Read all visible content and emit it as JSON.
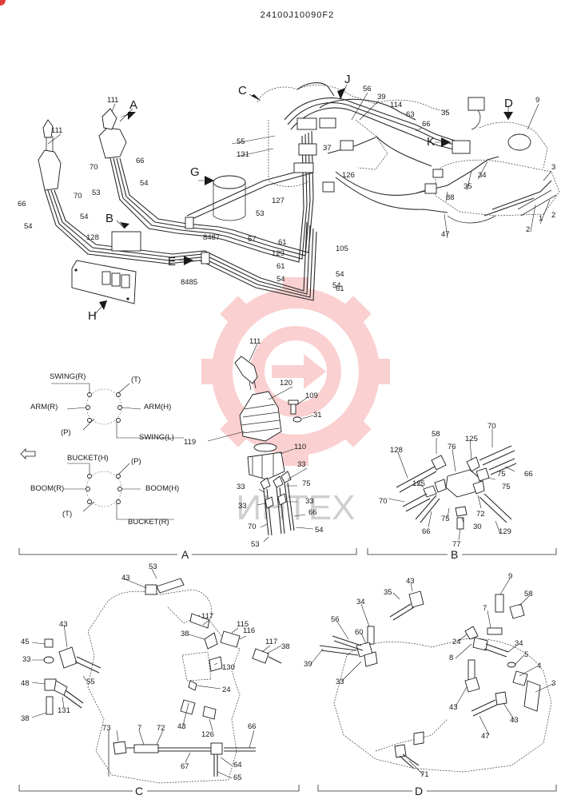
{
  "header": {
    "part_number": "24100J10090F2"
  },
  "watermark": {
    "text": "ИНТЕХ",
    "color": "#f07070"
  },
  "main_view": {
    "arrows": [
      "A",
      "B",
      "C",
      "D",
      "E",
      "G",
      "H",
      "J",
      "K"
    ],
    "labels": [
      "111",
      "111",
      "70",
      "66",
      "53",
      "54",
      "66",
      "70",
      "54",
      "54",
      "128",
      "55",
      "131",
      "56",
      "39",
      "114",
      "63",
      "66",
      "35",
      "9",
      "37",
      "126",
      "127",
      "53",
      "57",
      "8487",
      "8485",
      "61",
      "129",
      "61",
      "54",
      "54",
      "61",
      "105",
      "54",
      "88",
      "35",
      "34",
      "47",
      "1",
      "2",
      "2",
      "3"
    ]
  },
  "pattern_A": {
    "left_lever": [
      "SWING(R)",
      "(T)",
      "ARM(R)",
      "ARM(H)",
      "(P)",
      "SWING(L)"
    ],
    "right_lever": [
      "BUCKET(H)",
      "(P)",
      "BOOM(R)",
      "BOOM(H)",
      "(T)",
      "BUCKET(R)"
    ]
  },
  "view_A": {
    "title": "A",
    "labels": [
      "111",
      "120",
      "109",
      "31",
      "119",
      "110",
      "33",
      "33",
      "75",
      "33",
      "33",
      "70",
      "66",
      "53",
      "54"
    ]
  },
  "view_B": {
    "title": "B",
    "labels": [
      "58",
      "76",
      "125",
      "70",
      "128",
      "75",
      "66",
      "125",
      "70",
      "75",
      "72",
      "66",
      "75",
      "30",
      "129",
      "77"
    ]
  },
  "view_C": {
    "title": "C",
    "labels": [
      "53",
      "43",
      "45",
      "33",
      "43",
      "55",
      "48",
      "131",
      "38",
      "117",
      "115",
      "38",
      "116",
      "117",
      "130",
      "38",
      "24",
      "73",
      "7",
      "72",
      "43",
      "126",
      "66",
      "67",
      "64",
      "65"
    ]
  },
  "view_D": {
    "title": "D",
    "labels": [
      "43",
      "35",
      "34",
      "56",
      "60",
      "39",
      "33",
      "9",
      "58",
      "7",
      "24",
      "8",
      "34",
      "5",
      "4",
      "3",
      "43",
      "43",
      "47",
      "71"
    ]
  }
}
